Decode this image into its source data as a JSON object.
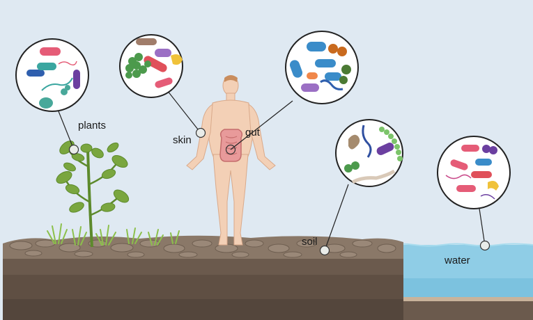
{
  "labels": {
    "plants": "plants",
    "skin": "skin",
    "gut": "gut",
    "soil": "soil",
    "water": "water"
  },
  "colors": {
    "sky": "#dfe9f2",
    "soil_top": "#8a7868",
    "soil_body": "#6b5a4d",
    "soil_dark": "#5a4b40",
    "water": "#8fcde6",
    "water_deep": "#6bb6d8",
    "skin_tone": "#f3d0b6",
    "intestine": "#e89a9a",
    "plant_green": "#7aa63f",
    "grass": "#8cc04b"
  },
  "icons": [
    "plant-illustration",
    "human-figure",
    "intestine-icon",
    "bacteria-circles"
  ]
}
